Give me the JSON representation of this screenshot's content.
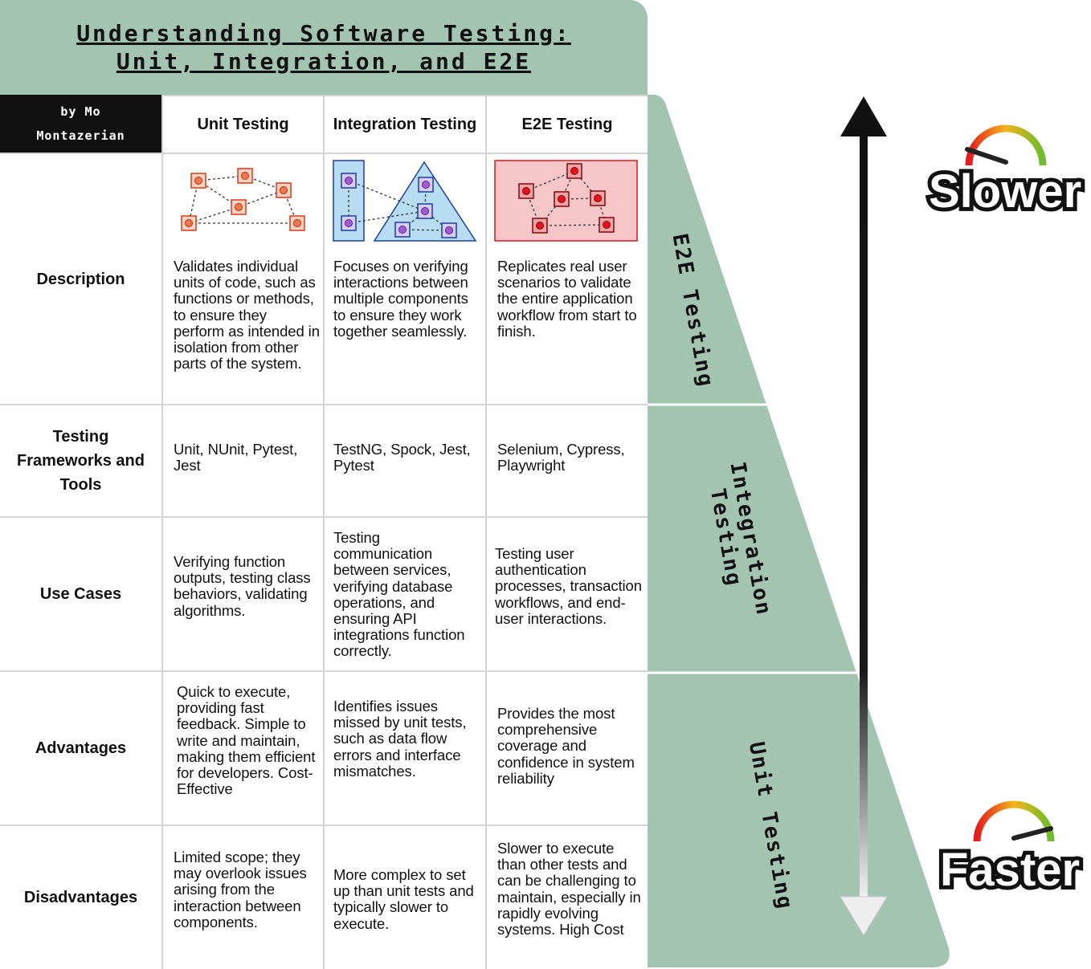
{
  "header": {
    "title_line1": "Understanding Software Testing:",
    "title_line2": "Unit, Integration, and E2E",
    "author_line1": "by Mo",
    "author_line2": "Montazerian"
  },
  "columns": [
    "Unit Testing",
    "Integration Testing",
    "E2E Testing"
  ],
  "rows": [
    {
      "label": "Description",
      "cells": [
        "Validates individual units of code, such as functions or methods, to ensure they perform as intended in isolation from other parts of the system.",
        "Focuses on verifying interactions between multiple components to ensure they work together seamlessly.",
        "Replicates real user scenarios to validate the entire application workflow from start to finish."
      ]
    },
    {
      "label": "Testing Frameworks and Tools",
      "cells": [
        "Unit, NUnit, Pytest, Jest",
        "TestNG, Spock, Jest, Pytest",
        "Selenium, Cypress, Playwright"
      ]
    },
    {
      "label": "Use Cases",
      "cells": [
        "Verifying function outputs, testing class behaviors, validating algorithms.",
        "Testing communication between services, verifying database operations, and ensuring API integrations function correctly.",
        "Testing user authentication processes, transaction workflows, and end-user interactions."
      ]
    },
    {
      "label": "Advantages",
      "cells": [
        "Quick to execute, providing fast feedback. Simple to write and maintain, making them efficient for developers. Cost-Effective",
        "Identifies issues missed by unit tests, such as data flow errors and interface mismatches.",
        "Provides the most comprehensive coverage and confidence in system reliability"
      ]
    },
    {
      "label": "Disadvantages",
      "cells": [
        "Limited scope; they may overlook issues arising from the interaction between components.",
        "More complex to set up than unit tests and typically slower to execute.",
        "Slower to execute than other tests and can be challenging to maintain, especially in rapidly evolving systems. High Cost"
      ]
    }
  ],
  "pyramid": {
    "top": "E2E Testing",
    "middle_line1": "Integration",
    "middle_line2": "Testing",
    "bottom": "Unit Testing"
  },
  "speed": {
    "slow": "Slower",
    "fast": "Faster"
  },
  "colors": {
    "sage": "#a4c4b2",
    "unit_node": "#f4774f",
    "integration_node": "#a05ed6",
    "integration_fill": "#b8dcf2",
    "e2e_node": "#e8101a",
    "e2e_fill": "#f7c6c8"
  },
  "icons": {
    "speed_gauge": "gauge-icon",
    "direction": "double-headed-arrow-icon"
  }
}
